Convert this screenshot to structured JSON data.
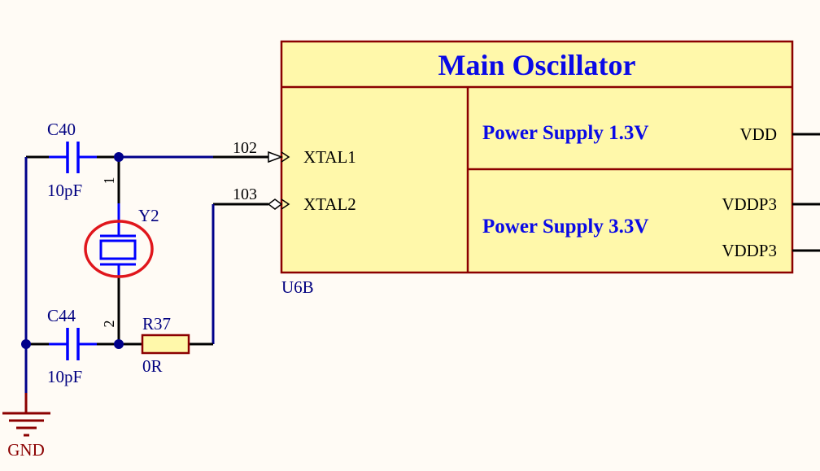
{
  "colors": {
    "background": "#fffbf5",
    "wire_black": "#000000",
    "wire_blue": "#00008b",
    "component_blue": "#0000ff",
    "label_navy": "#000080",
    "block_fill": "#fff8aa",
    "block_border": "#8b0000",
    "highlight_red": "#e0161c",
    "gnd_red": "#8b0000",
    "title_blue": "#0a0ae6"
  },
  "block": {
    "designator": "U6B",
    "title": "Main Oscillator",
    "left_pins": [
      {
        "name": "XTAL1",
        "net": "102",
        "type": "input"
      },
      {
        "name": "XTAL2",
        "net": "103",
        "type": "bidirectional"
      }
    ],
    "sections": [
      {
        "label": "Power Supply 1.3V",
        "pins": [
          "VDD"
        ]
      },
      {
        "label": "Power Supply 3.3V",
        "pins": [
          "VDDP3",
          "VDDP3"
        ]
      }
    ]
  },
  "components": {
    "c40": {
      "designator": "C40",
      "value": "10pF"
    },
    "c44": {
      "designator": "C44",
      "value": "10pF"
    },
    "y2": {
      "designator": "Y2",
      "pin1": "1",
      "pin2": "2"
    },
    "r37": {
      "designator": "R37",
      "value": "0R"
    },
    "gnd": {
      "label": "GND"
    }
  }
}
